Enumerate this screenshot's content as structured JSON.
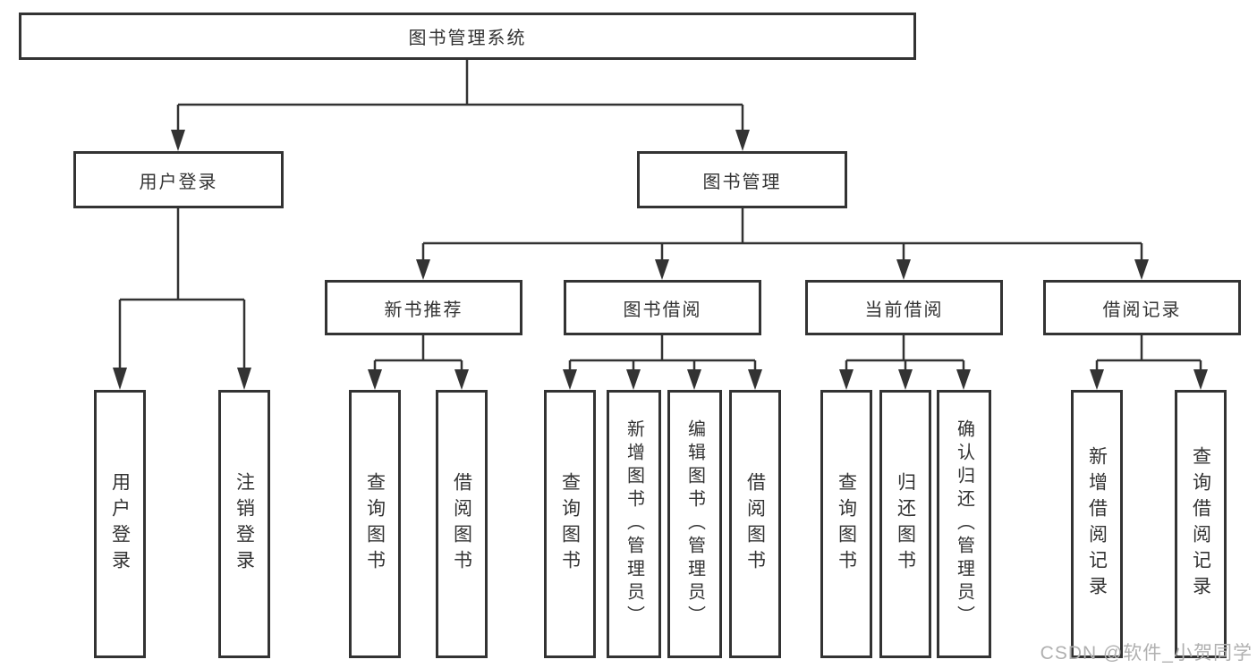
{
  "colors": {
    "line": "#333333",
    "text": "#333333",
    "background": "#ffffff",
    "watermark_text": "#b0b0b0"
  },
  "nodes": {
    "root": "图书管理系统",
    "user_login": "用户登录",
    "book_mgmt": "图书管理",
    "new_books": "新书推荐",
    "book_borrow": "图书借阅",
    "current_borrow": "当前借阅",
    "borrow_records": "借阅记录"
  },
  "leaves": {
    "user_login": [
      "用户登录",
      "注销登录"
    ],
    "new_books": [
      "查询图书",
      "借阅图书"
    ],
    "book_borrow": [
      "查询图书",
      "新增图书（管理员）",
      "编辑图书（管理员）",
      "借阅图书"
    ],
    "current_borrow": [
      "查询图书",
      "归还图书",
      "确认归还（管理员）"
    ],
    "borrow_records": [
      "新增借阅记录",
      "查询借阅记录"
    ]
  },
  "watermark": "CSDN @软件_小贺同学"
}
